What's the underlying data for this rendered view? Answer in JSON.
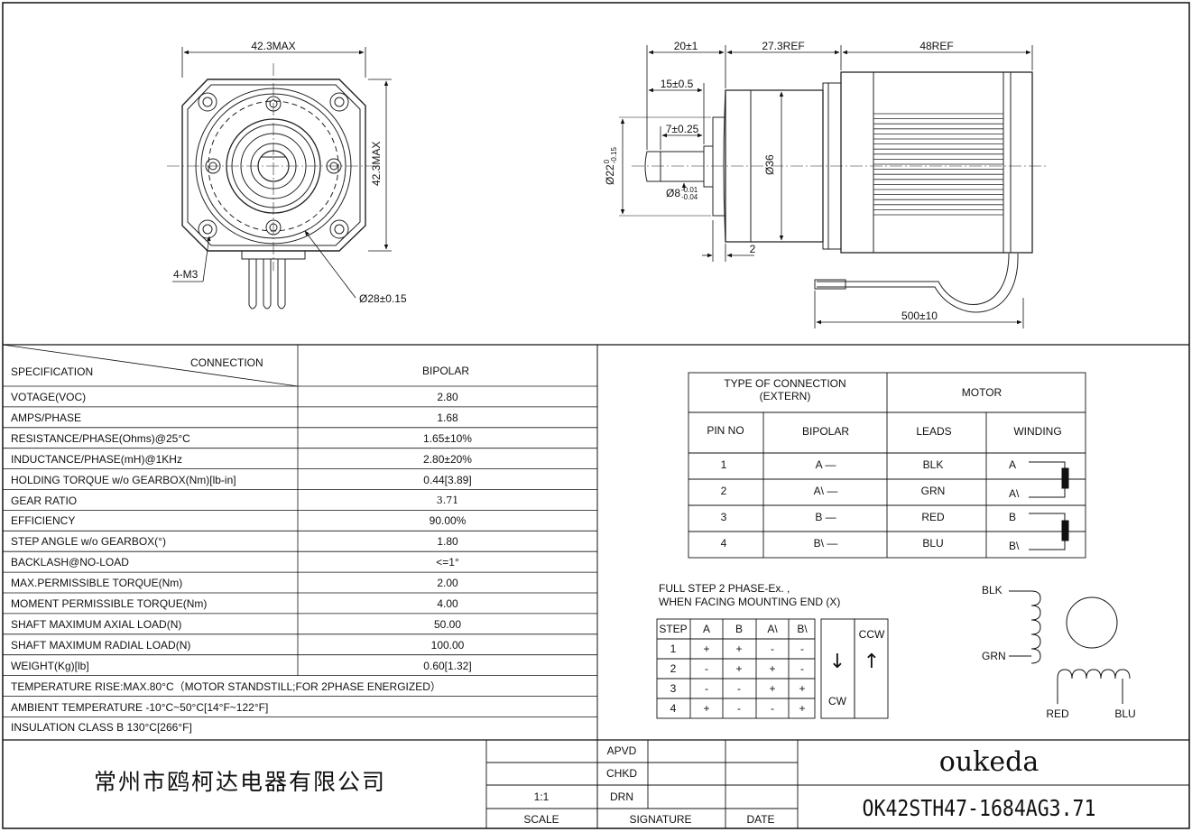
{
  "drawing": {
    "front_view": {
      "width_dim": "42.3MAX",
      "height_dim": "42.3MAX",
      "thread_callout": "4-M3",
      "pilot_dia": "Ø28±0.15"
    },
    "side_view": {
      "shaft_length": "20±1",
      "gearbox_length": "27.3REF",
      "motor_length": "48REF",
      "key_length": "15±0.5",
      "flat_length": "7±0.25",
      "pilot_dia": "Ø22",
      "pilot_tol_upper": "0",
      "pilot_tol_lower": "-0.15",
      "shaft_dia": "Ø8",
      "shaft_tol_upper": "-0.01",
      "shaft_tol_lower": "-0.04",
      "gearbox_dia": "Ø36",
      "flange_thickness": "2",
      "lead_length": "500±10"
    }
  },
  "spec_table": {
    "header_connection": "CONNECTION",
    "header_specification": "SPECIFICATION",
    "header_bipolar": "BIPOLAR",
    "rows": [
      {
        "label": "VOTAGE(VOC)",
        "value": "2.80"
      },
      {
        "label": "AMPS/PHASE",
        "value": "1.68"
      },
      {
        "label": "RESISTANCE/PHASE(Ohms)@25°C",
        "value": "1.65±10%"
      },
      {
        "label": "INDUCTANCE/PHASE(mH)@1KHz",
        "value": "2.80±20%"
      },
      {
        "label": "HOLDING TORQUE w/o GEARBOX(Nm)[lb-in]",
        "value": "0.44[3.89]"
      },
      {
        "label": "GEAR RATIO",
        "value": "3.71"
      },
      {
        "label": "EFFICIENCY",
        "value": "90.00%"
      },
      {
        "label": "STEP ANGLE w/o GEARBOX(°)",
        "value": "1.80"
      },
      {
        "label": "BACKLASH@NO-LOAD",
        "value": "<=1°"
      },
      {
        "label": "MAX.PERMISSIBLE TORQUE(Nm)",
        "value": "2.00"
      },
      {
        "label": "MOMENT PERMISSIBLE TORQUE(Nm)",
        "value": "4.00"
      },
      {
        "label": "SHAFT MAXIMUM AXIAL LOAD(N)",
        "value": "50.00"
      },
      {
        "label": "SHAFT MAXIMUM RADIAL LOAD(N)",
        "value": "100.00"
      },
      {
        "label": "WEIGHT(Kg)[lb]",
        "value": "0.60[1.32]"
      }
    ],
    "notes": [
      "TEMPERATURE RISE:MAX.80°C（MOTOR STANDSTILL;FOR 2PHASE ENERGIZED）",
      "AMBIENT TEMPERATURE -10°C~50°C[14°F~122°F]",
      "INSULATION CLASS B 130°C[266°F]"
    ]
  },
  "connection_table": {
    "type_header": "TYPE OF CONNECTION\n(EXTERN)",
    "motor_header": "MOTOR",
    "pin_no": "PIN NO",
    "bipolar": "BIPOLAR",
    "leads": "LEADS",
    "winding": "WINDING",
    "rows": [
      {
        "pin": "1",
        "bipolar": "A  —",
        "lead": "BLK",
        "winding": "A"
      },
      {
        "pin": "2",
        "bipolar": "A\\  —",
        "lead": "GRN",
        "winding": "A\\"
      },
      {
        "pin": "3",
        "bipolar": "B  —",
        "lead": "RED",
        "winding": "B"
      },
      {
        "pin": "4",
        "bipolar": "B\\  —",
        "lead": "BLU",
        "winding": "B\\"
      }
    ]
  },
  "step_sequence": {
    "title_line1": "FULL STEP  2 PHASE-Ex. ,",
    "title_line2": "WHEN FACING MOUNTING END (X)",
    "headers": [
      "STEP",
      "A",
      "B",
      "A\\",
      "B\\"
    ],
    "rows": [
      [
        "1",
        "+",
        "+",
        "-",
        "-"
      ],
      [
        "2",
        "-",
        "+",
        "+",
        "-"
      ],
      [
        "3",
        "-",
        "-",
        "+",
        "+"
      ],
      [
        "4",
        "+",
        "-",
        "-",
        "+"
      ]
    ],
    "ccw": "CCW",
    "cw": "CW",
    "arrow_down": "↓",
    "arrow_up": "↑"
  },
  "wiring_diagram": {
    "blk": "BLK",
    "grn": "GRN",
    "red": "RED",
    "blu": "BLU"
  },
  "title_block": {
    "company_cn": "常州市鸥柯达电器有限公司",
    "apvd": "APVD",
    "chkd": "CHKD",
    "drn": "DRN",
    "scale_value": "1:1",
    "scale_label": "SCALE",
    "signature_label": "SIGNATURE",
    "date_label": "DATE",
    "brand": "oukeda",
    "model": "OK42STH47-1684AG3.71"
  }
}
